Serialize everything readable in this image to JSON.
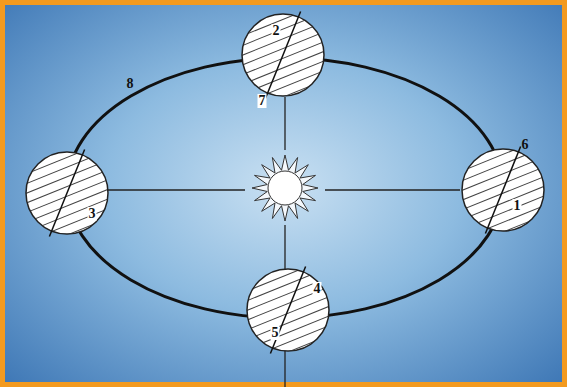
{
  "diagram": {
    "labels": [
      "8",
      "2",
      "7",
      "6",
      "1",
      "3",
      "4",
      "5"
    ]
  }
}
